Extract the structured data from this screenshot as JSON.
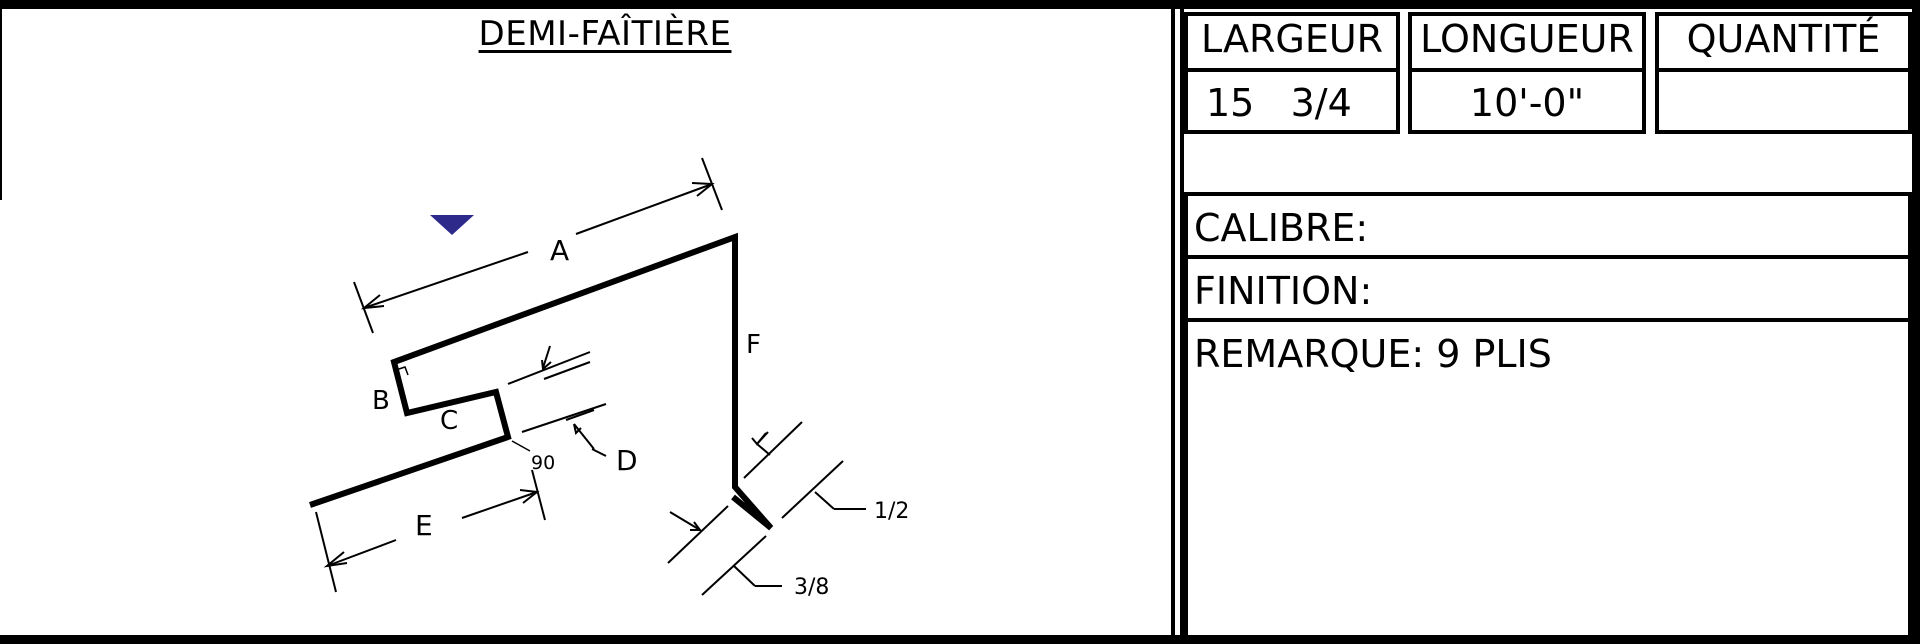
{
  "title": "DEMI-FAÎTIÈRE",
  "table": {
    "headers": {
      "largeur": "LARGEUR",
      "longueur": "LONGUEUR",
      "quantite": "QUANTITÉ"
    },
    "values": {
      "largeur": "15   3/4",
      "longueur": "10'-0\"",
      "quantite": ""
    }
  },
  "info": {
    "calibre": "CALIBRE:",
    "finition": "FINITION:",
    "remarque": "REMARQUE: 9 PLIS"
  },
  "diagram": {
    "labels": {
      "a": "A",
      "b": "B",
      "c": "C",
      "d": "D",
      "e": "E",
      "f": "F",
      "angle": "90",
      "half": "1/2",
      "three_eighths": "3/8"
    },
    "marker_color": "#2e2a8c"
  }
}
